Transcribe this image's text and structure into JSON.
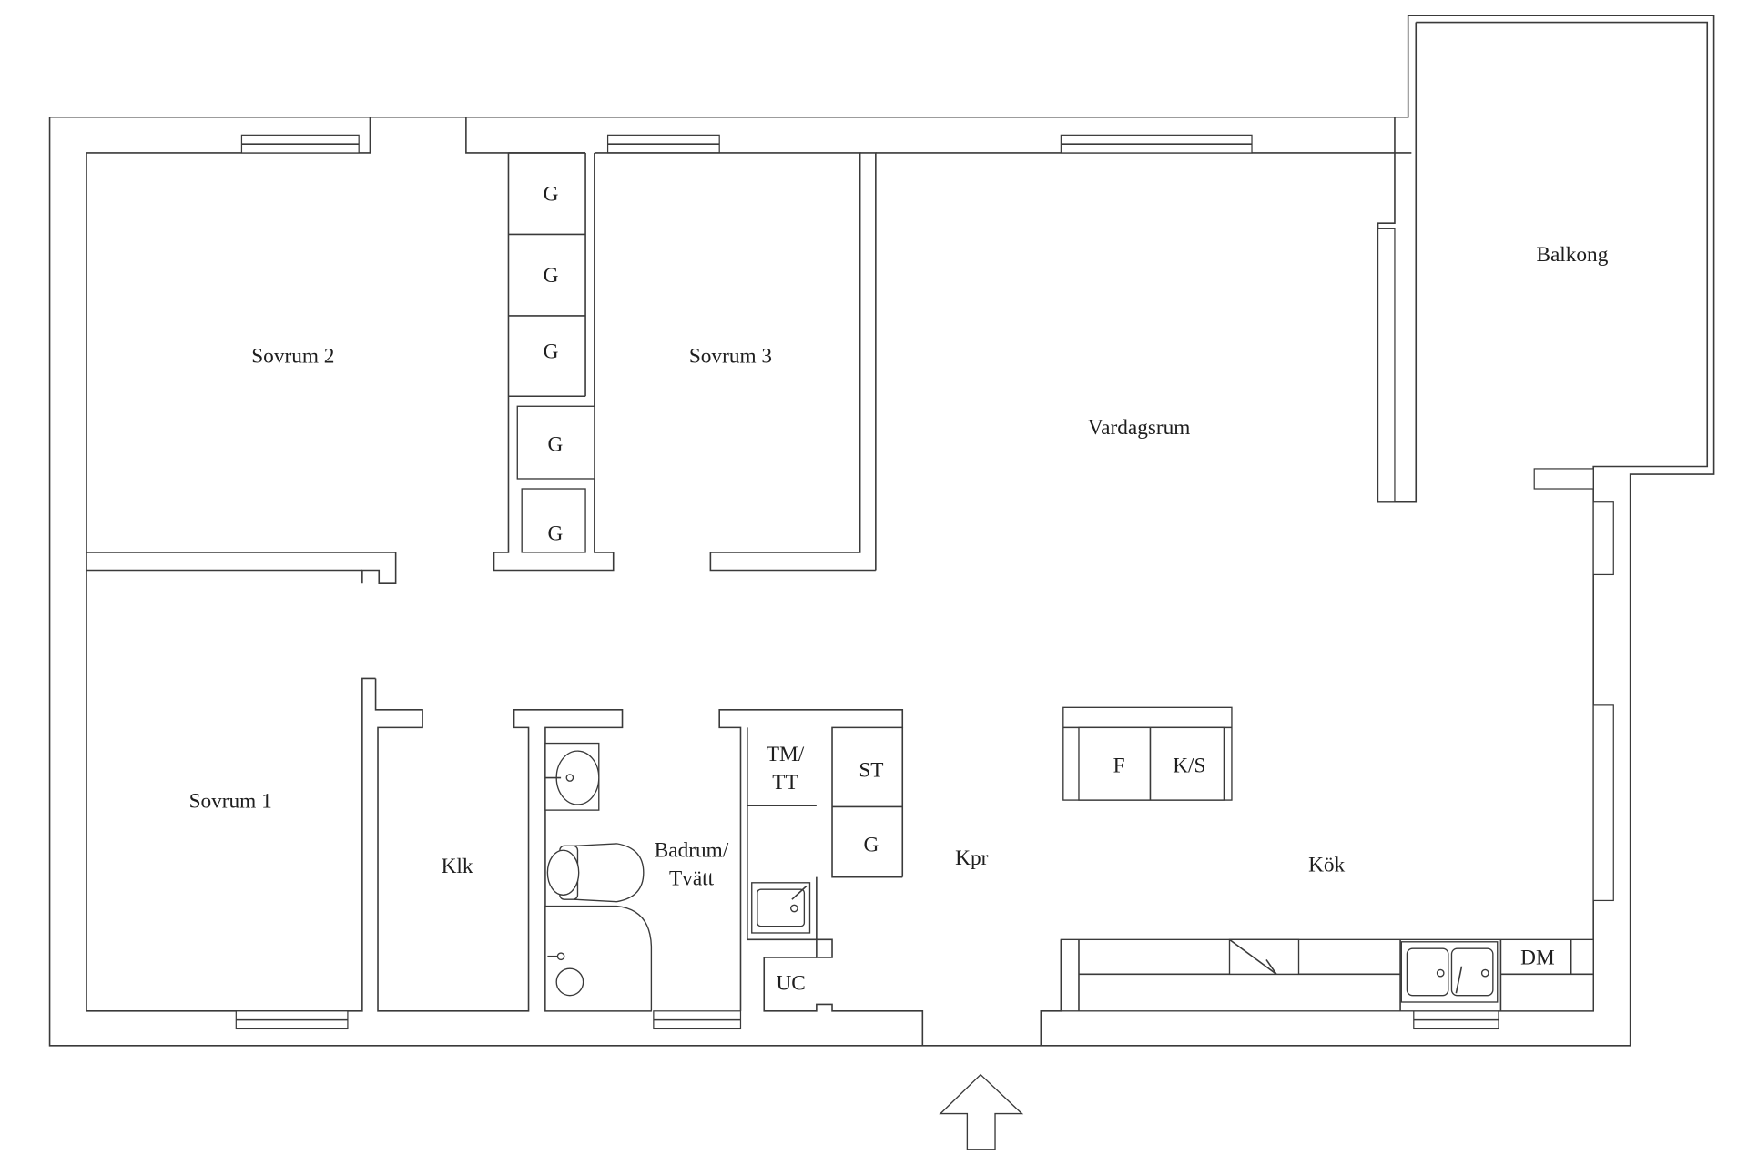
{
  "rooms": {
    "sovrum2": "Sovrum 2",
    "sovrum3": "Sovrum 3",
    "sovrum1": "Sovrum 1",
    "vardagsrum": "Vardagsrum",
    "balkong": "Balkong",
    "klk": "Klk",
    "badrum_line1": "Badrum/",
    "badrum_line2": "Tvätt",
    "kpr": "Kpr",
    "kok": "Kök"
  },
  "fixtures": {
    "g": "G",
    "tm_line1": "TM/",
    "tm_line2": "TT",
    "st": "ST",
    "uc": "UC",
    "f": "F",
    "ks": "K/S",
    "dm": "DM"
  },
  "icons": {
    "entrance": "entrance-arrow-icon",
    "washbasin": "washbasin-icon",
    "toilet": "toilet-icon",
    "shower": "shower-icon",
    "sink": "sink-icon",
    "double_sink": "double-sink-icon",
    "stove": "stove-icon"
  }
}
